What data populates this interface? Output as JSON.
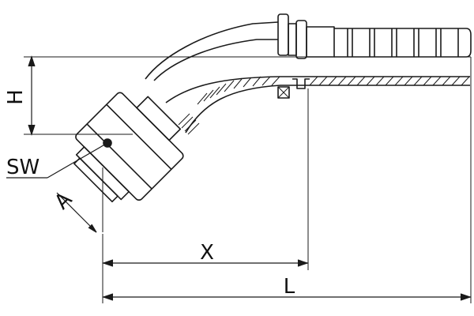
{
  "drawing": {
    "colors": {
      "line": "#1a1a1a",
      "background": "#ffffff"
    },
    "labels": {
      "height": "H",
      "wrench_size": "SW",
      "angle_offset": "A",
      "insertion_length": "X",
      "total_length": "L"
    },
    "fitting": {
      "bend_angle_deg": 45,
      "type": "45° hose fitting with swivel female nut"
    }
  }
}
